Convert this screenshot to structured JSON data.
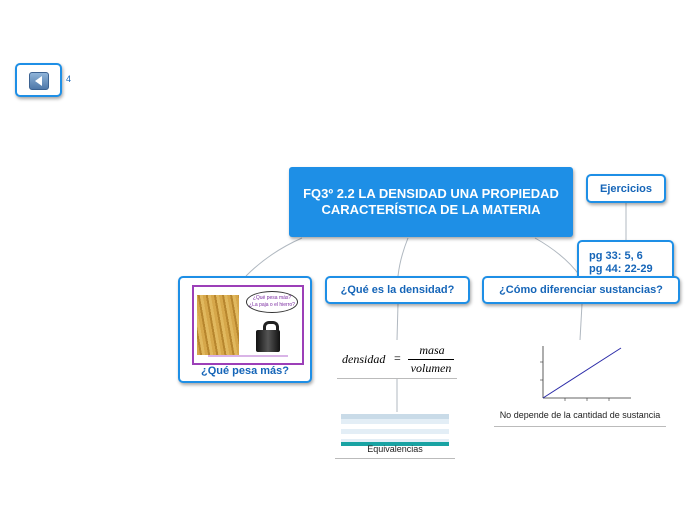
{
  "back_button": {
    "count": "4"
  },
  "central": {
    "title": "FQ3º 2.2 LA DENSIDAD UNA PROPIEDAD CARACTERÍSTICA DE LA MATERIA"
  },
  "nodes": {
    "ejercicios": "Ejercicios",
    "pages": [
      "pg 33: 5, 6",
      "pg 44: 22-29"
    ],
    "que_pesa": "¿Qué pesa más?",
    "que_densidad": "¿Qué es la densidad?",
    "como_diferenciar": "¿Cómo diferenciar sustancias?"
  },
  "image_texts": {
    "speech_bubble": [
      "¿Qué pesa más?",
      "¿La paja o el hierro?"
    ],
    "formula_lhs": "densidad",
    "formula_num": "masa",
    "formula_den": "volumen"
  },
  "subtopics": {
    "equivalencias": "Equivalencias",
    "no_depende": "No depende de la cantidad de sustancia"
  },
  "colors": {
    "accent": "#1e8fe6",
    "text": "#1565b8"
  }
}
